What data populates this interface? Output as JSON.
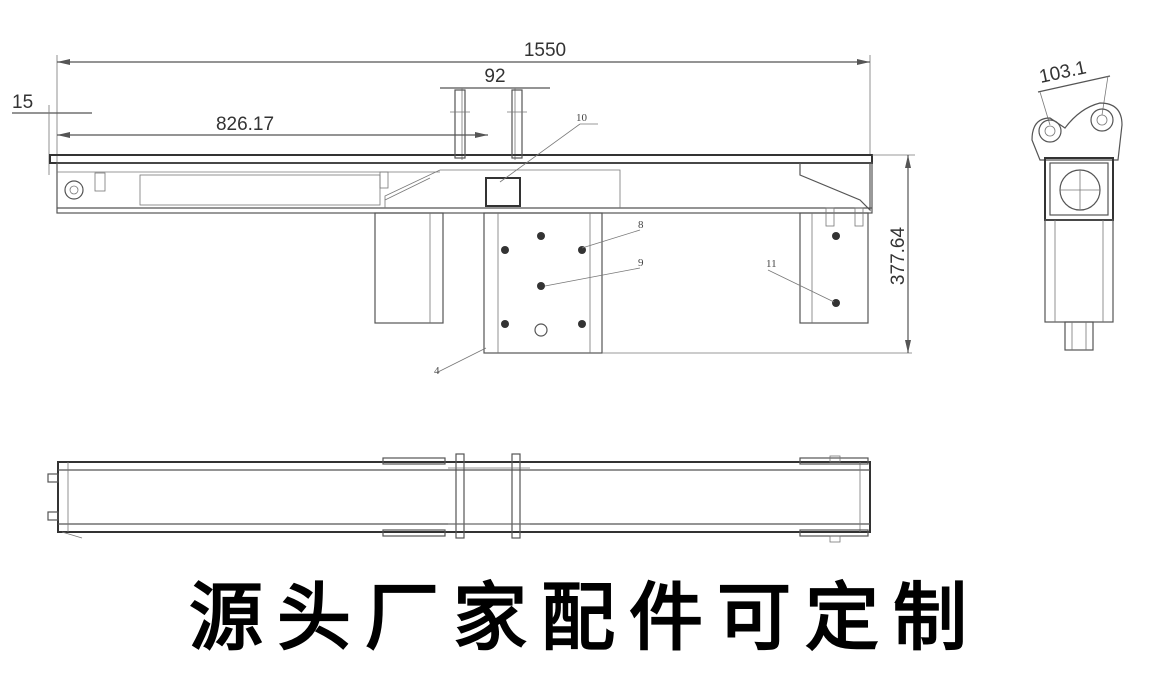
{
  "dimensions": {
    "overall_length": "1550",
    "flange_gap": "92",
    "end_offset": "15",
    "center_offset": "826.17",
    "height": "377.64",
    "side_width": "103.1"
  },
  "callouts": {
    "c10": "10",
    "c8": "8",
    "c9": "9",
    "c11": "11",
    "c4": "4"
  },
  "banner": {
    "text": "源头厂家配件可定制"
  }
}
